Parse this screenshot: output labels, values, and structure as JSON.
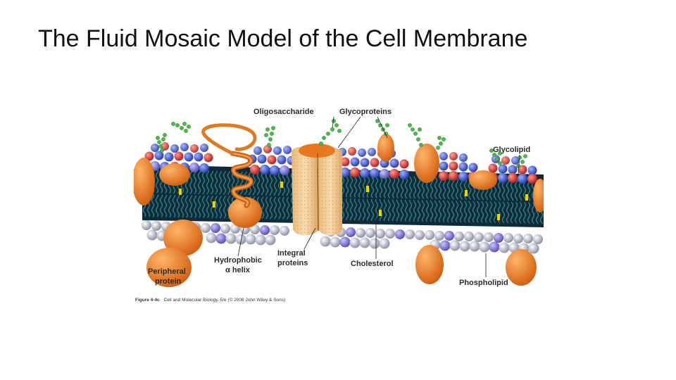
{
  "slide": {
    "title": "The Fluid Mosaic Model of the Cell Membrane"
  },
  "figure": {
    "labels": {
      "oligosaccharide": "Oligosaccharide",
      "glycoproteins": "Glycoproteins",
      "glycolipid": "Glycolipid",
      "hydrophobic_line1": "Hydrophobic",
      "hydrophobic_line2": "α helix",
      "integral_line1": "Integral",
      "integral_line2": "proteins",
      "cholesterol": "Cholesterol",
      "phospholipid": "Phospholipid",
      "peripheral_line1": "Peripheral",
      "peripheral_line2": "protein"
    },
    "caption": {
      "figure_number": "Figure 4-4c",
      "text": "Cell and Molecular Biology, 5/e (© 2008 John Wiley & Sons)"
    },
    "colors": {
      "protein": "#e8781e",
      "channel": "#f2c98f",
      "outer_heads_blue": "#3a52c8",
      "outer_heads_red": "#d63030",
      "inner_heads": "#b9bccf",
      "tails": "#2a8a86",
      "core": "#0f2a3a",
      "sugar": "#4cb84c",
      "cholesterol": "#f2d300"
    }
  }
}
